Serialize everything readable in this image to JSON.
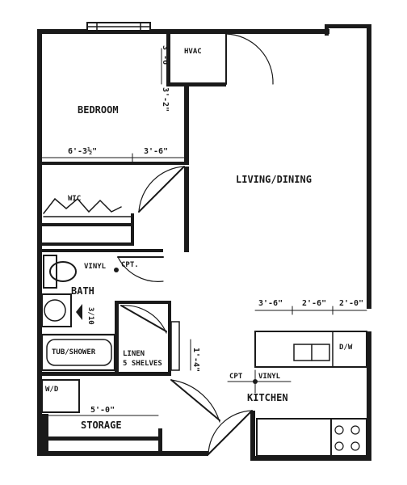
{
  "rooms": {
    "bedroom": "BEDROOM",
    "living_dining": "LIVING/DINING",
    "bath": "BATH",
    "kitchen": "KITCHEN",
    "storage": "STORAGE",
    "linen": "LINEN",
    "hvac": "HVAC",
    "wd": "W/D",
    "tub_shower": "TUB/SHOWER",
    "dw": "D/W",
    "wic": "WIC"
  },
  "notes": {
    "linen_shelves": "5 SHELVES",
    "vinyl_bath": "VINYL",
    "cpt_bath": "CPT.",
    "cpt_kitchen": "CPT",
    "vinyl_kitchen": "VINYL",
    "bath_ratio": "3/10"
  },
  "dimensions": {
    "bedroom_width": "6'-3½\"",
    "closet_width": "3'-6\"",
    "hvac_height": "3'-6\"",
    "hvac_lower": "3'-2\"",
    "kitchen_a": "3'-6\"",
    "kitchen_b": "2'-6\"",
    "kitchen_c": "2'-0\"",
    "storage_width": "5'-0\"",
    "linen_depth": "1'-4\""
  }
}
